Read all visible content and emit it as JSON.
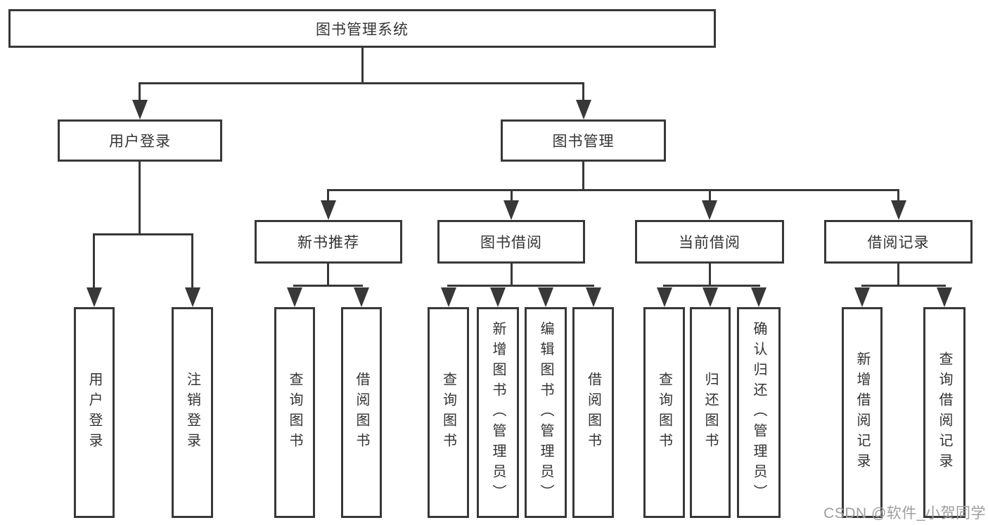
{
  "diagram": {
    "type": "tree-diagram",
    "title": "图书管理系统",
    "children": [
      {
        "label": "用户登录",
        "children": [
          {
            "label": "用户登录"
          },
          {
            "label": "注销登录"
          }
        ]
      },
      {
        "label": "图书管理",
        "children": [
          {
            "label": "新书推荐",
            "children": [
              {
                "label": "查询图书"
              },
              {
                "label": "借阅图书"
              }
            ]
          },
          {
            "label": "图书借阅",
            "children": [
              {
                "label": "查询图书"
              },
              {
                "label": "新增图书（管理员）"
              },
              {
                "label": "编辑图书（管理员）"
              },
              {
                "label": "借阅图书"
              }
            ]
          },
          {
            "label": "当前借阅",
            "children": [
              {
                "label": "查询图书"
              },
              {
                "label": "归还图书"
              },
              {
                "label": "确认归还（管理员）"
              }
            ]
          },
          {
            "label": "借阅记录",
            "children": [
              {
                "label": "新增借阅记录"
              },
              {
                "label": "查询借阅记录"
              }
            ]
          }
        ]
      }
    ]
  },
  "watermark": "CSDN @软件_小贺同学",
  "colors": {
    "line": "#383838",
    "text": "#333333",
    "watermark": "#9e9e9e",
    "bg": "#ffffff"
  }
}
